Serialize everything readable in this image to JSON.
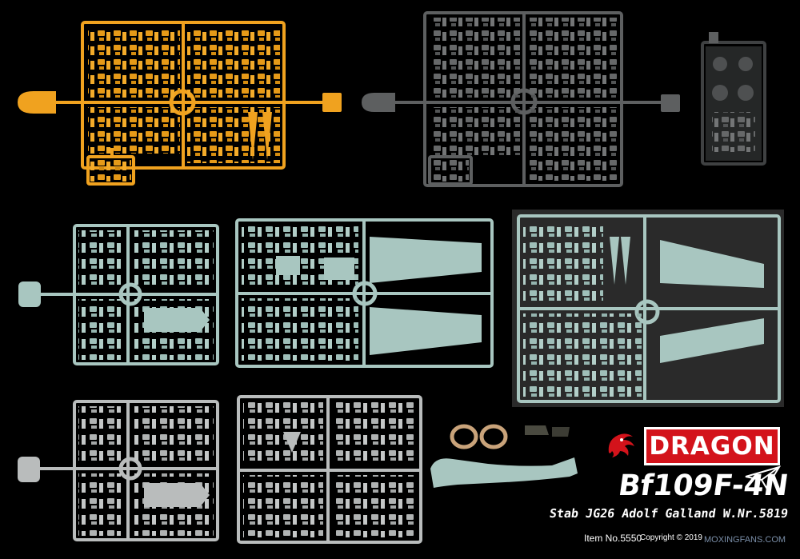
{
  "brand": {
    "name": "DRAGON"
  },
  "title": "Bf109F-4N",
  "subtitle": "Stab JG26 Adolf Galland W.Nr.5819",
  "item_number": "Item No.5550",
  "copyright": "Copyright © 2019",
  "watermark": "MOXINGFANS.COM",
  "colors": {
    "background": "#000000",
    "sprue_yellow": "#f0a21f",
    "sprue_dark_grey": "#5d5f60",
    "sprue_light_blue": "#a8c6c0",
    "sprue_light_grey": "#b9bcbc",
    "brand_red": "#d3131b"
  },
  "icons": [
    "dragon-logo-icon",
    "paper-plane-icon"
  ]
}
